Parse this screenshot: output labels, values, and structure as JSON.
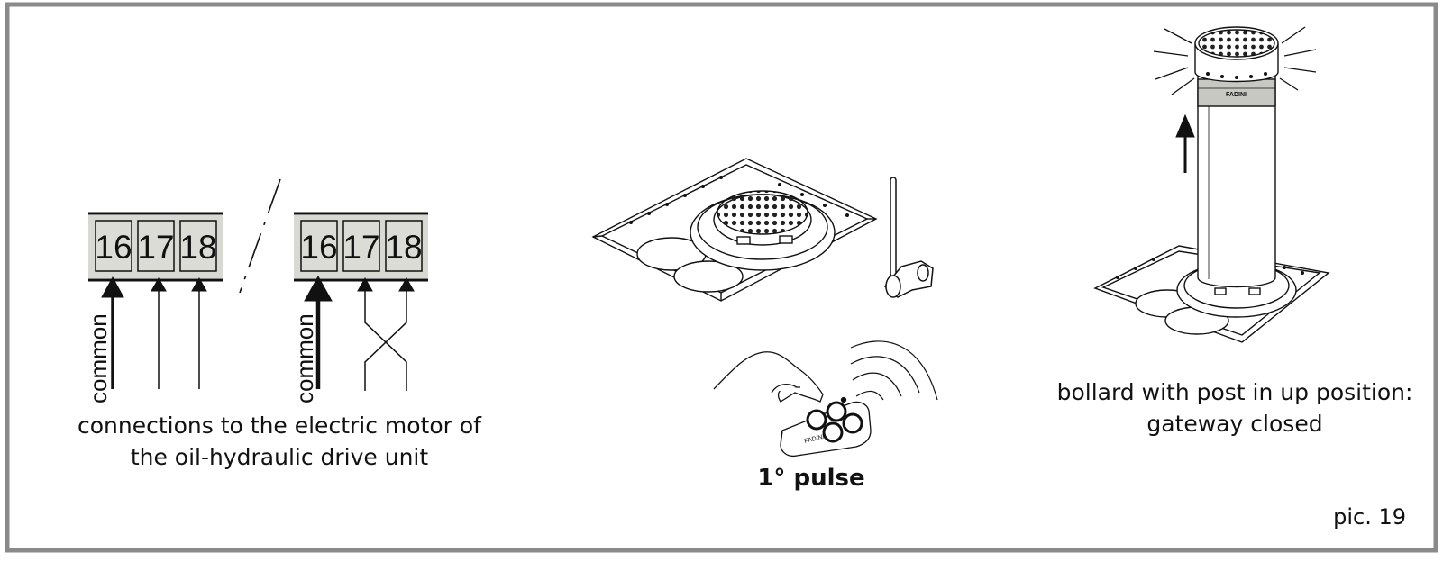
{
  "wiring": {
    "terminals": [
      "16",
      "17",
      "18"
    ],
    "common_label": "common",
    "caption_line1": "connections to the electric motor of",
    "caption_line2": "the oil-hydraulic drive unit"
  },
  "remote": {
    "caption": "1° pulse",
    "brand": "FADINI"
  },
  "bollard": {
    "brand": "FADINI",
    "caption_line1": "bollard with post in up position:",
    "caption_line2": "gateway closed"
  },
  "figure_label": "pic. 19",
  "colors": {
    "frame": "#8a8a8a",
    "terminal_fill": "#d9d9d3",
    "line": "#111111"
  }
}
